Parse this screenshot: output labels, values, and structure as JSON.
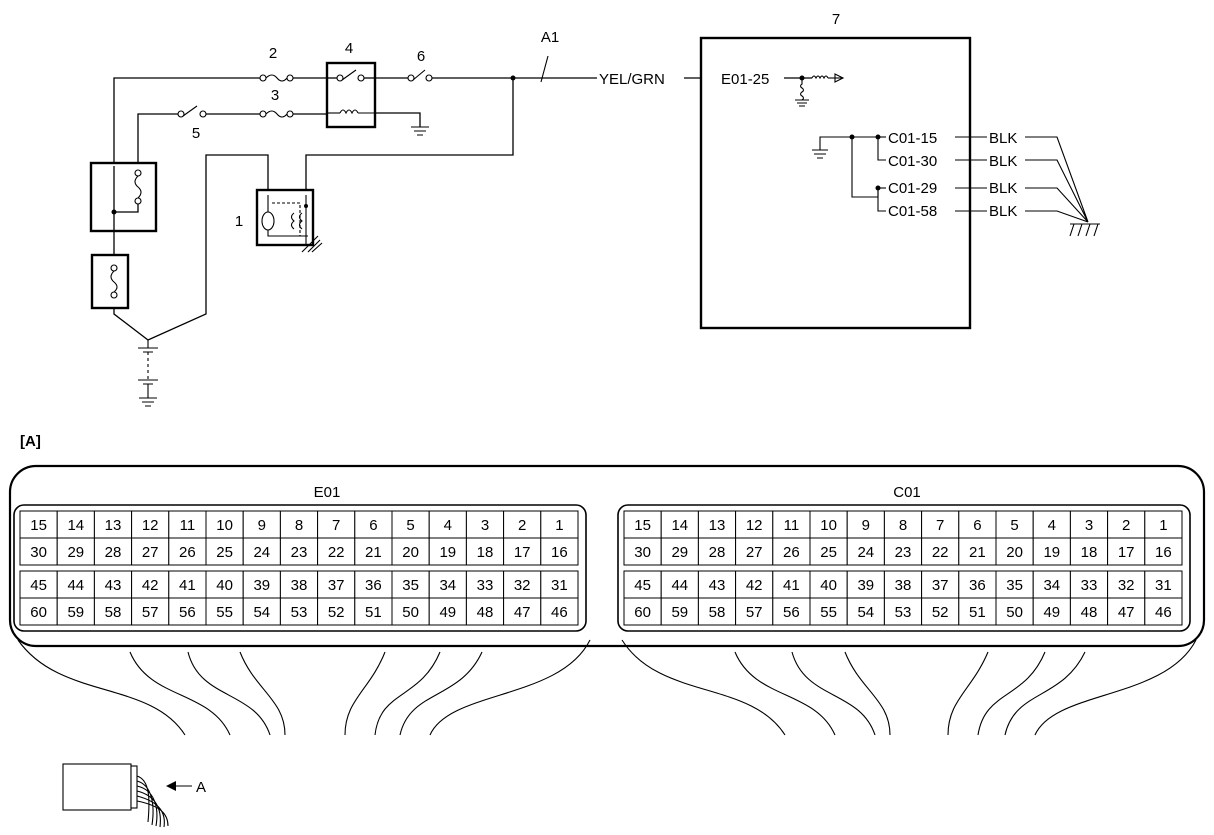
{
  "schematic": {
    "components": [
      "1",
      "2",
      "3",
      "4",
      "5",
      "6",
      "7"
    ],
    "wire_label": "A1",
    "signal_wire": {
      "color": "YEL/GRN",
      "terminal": "E01-25"
    },
    "ground_terminals": [
      {
        "terminal": "C01-15",
        "color": "BLK"
      },
      {
        "terminal": "C01-30",
        "color": "BLK"
      },
      {
        "terminal": "C01-29",
        "color": "BLK"
      },
      {
        "terminal": "C01-58",
        "color": "BLK"
      }
    ]
  },
  "connector_view": {
    "label": "[A]",
    "pointer_label": "A",
    "connectors": [
      {
        "name": "E01",
        "rows": [
          [
            "15",
            "14",
            "13",
            "12",
            "11",
            "10",
            "9",
            "8",
            "7",
            "6",
            "5",
            "4",
            "3",
            "2",
            "1"
          ],
          [
            "30",
            "29",
            "28",
            "27",
            "26",
            "25",
            "24",
            "23",
            "22",
            "21",
            "20",
            "19",
            "18",
            "17",
            "16"
          ],
          [
            "45",
            "44",
            "43",
            "42",
            "41",
            "40",
            "39",
            "38",
            "37",
            "36",
            "35",
            "34",
            "33",
            "32",
            "31"
          ],
          [
            "60",
            "59",
            "58",
            "57",
            "56",
            "55",
            "54",
            "53",
            "52",
            "51",
            "50",
            "49",
            "48",
            "47",
            "46"
          ]
        ]
      },
      {
        "name": "C01",
        "rows": [
          [
            "15",
            "14",
            "13",
            "12",
            "11",
            "10",
            "9",
            "8",
            "7",
            "6",
            "5",
            "4",
            "3",
            "2",
            "1"
          ],
          [
            "30",
            "29",
            "28",
            "27",
            "26",
            "25",
            "24",
            "23",
            "22",
            "21",
            "20",
            "19",
            "18",
            "17",
            "16"
          ],
          [
            "45",
            "44",
            "43",
            "42",
            "41",
            "40",
            "39",
            "38",
            "37",
            "36",
            "35",
            "34",
            "33",
            "32",
            "31"
          ],
          [
            "60",
            "59",
            "58",
            "57",
            "56",
            "55",
            "54",
            "53",
            "52",
            "51",
            "50",
            "49",
            "48",
            "47",
            "46"
          ]
        ]
      }
    ]
  }
}
